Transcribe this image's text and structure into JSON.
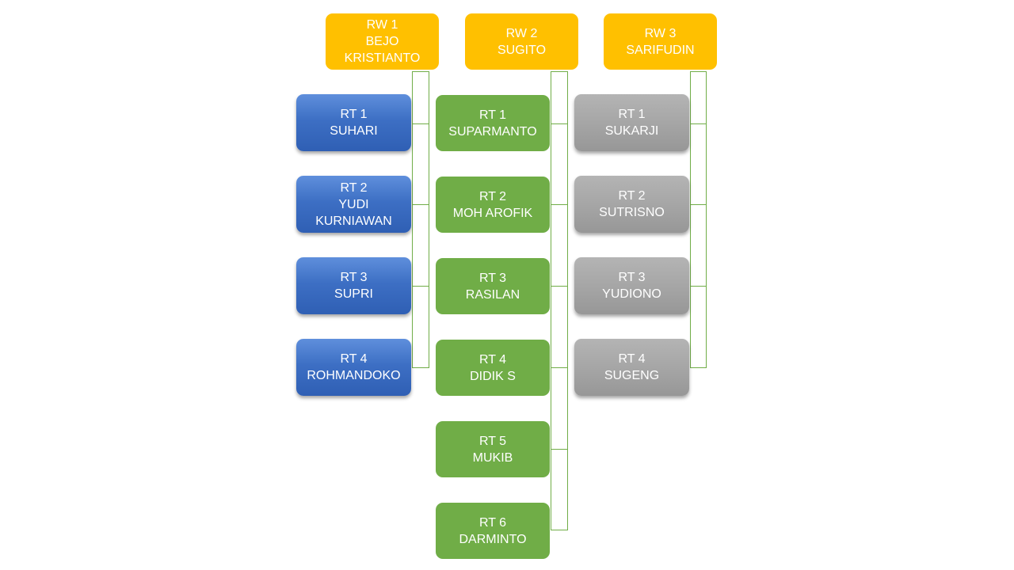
{
  "columns": [
    {
      "rw": {
        "title": "RW 1",
        "name": "BEJO KRISTIANTO"
      },
      "rts": [
        {
          "title": "RT 1",
          "name": "SUHARI"
        },
        {
          "title": "RT 2",
          "name": "YUDI KURNIAWAN"
        },
        {
          "title": "RT 3",
          "name": "SUPRI"
        },
        {
          "title": "RT 4",
          "name": "ROHMANDOKO"
        }
      ]
    },
    {
      "rw": {
        "title": "RW 2",
        "name": "SUGITO"
      },
      "rts": [
        {
          "title": "RT 1",
          "name": "SUPARMANTO"
        },
        {
          "title": "RT 2",
          "name": "MOH AROFIK"
        },
        {
          "title": "RT 3",
          "name": "RASILAN"
        },
        {
          "title": "RT 4",
          "name": "DIDIK S"
        },
        {
          "title": "RT 5",
          "name": "MUKIB"
        },
        {
          "title": "RT 6",
          "name": "DARMINTO"
        }
      ]
    },
    {
      "rw": {
        "title": "RW 3",
        "name": "SARIFUDIN"
      },
      "rts": [
        {
          "title": "RT 1",
          "name": "SUKARJI"
        },
        {
          "title": "RT 2",
          "name": "SUTRISNO"
        },
        {
          "title": "RT 3",
          "name": "YUDIONO"
        },
        {
          "title": "RT 4",
          "name": "SUGENG"
        }
      ]
    }
  ],
  "colors": {
    "rw": "#ffc000",
    "rw1_rt": "#4472c4",
    "rw2_rt": "#70ad47",
    "rw3_rt": "#a5a5a5",
    "connector": "#70ad47"
  }
}
